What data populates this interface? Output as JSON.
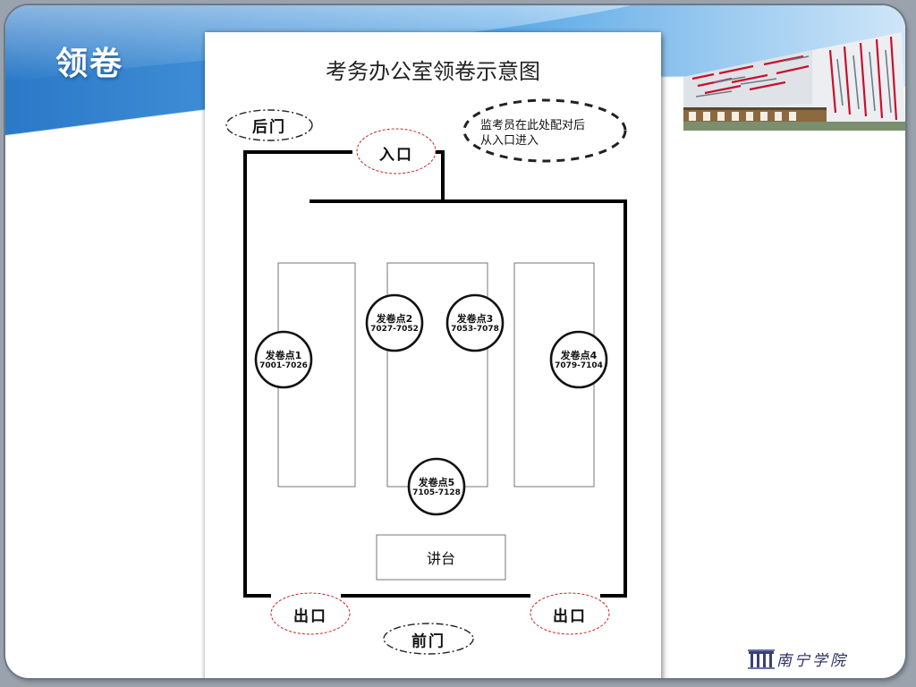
{
  "slide": {
    "section_title": "领卷",
    "logo_text": "南宁学院"
  },
  "diagram": {
    "title": "考务办公室领卷示意图",
    "back_door": "后门",
    "entrance": "入口",
    "exit_left": "出口",
    "exit_right": "出口",
    "front_door": "前门",
    "note_line1": "监考员在此处配对后",
    "note_line2": "从入口进入",
    "podium": "讲台",
    "points": [
      {
        "name": "发卷点1",
        "range": "7001-7026"
      },
      {
        "name": "发卷点2",
        "range": "7027-7052"
      },
      {
        "name": "发卷点3",
        "range": "7053-7078"
      },
      {
        "name": "发卷点4",
        "range": "7079-7104"
      },
      {
        "name": "发卷点5",
        "range": "7105-7128"
      }
    ]
  }
}
